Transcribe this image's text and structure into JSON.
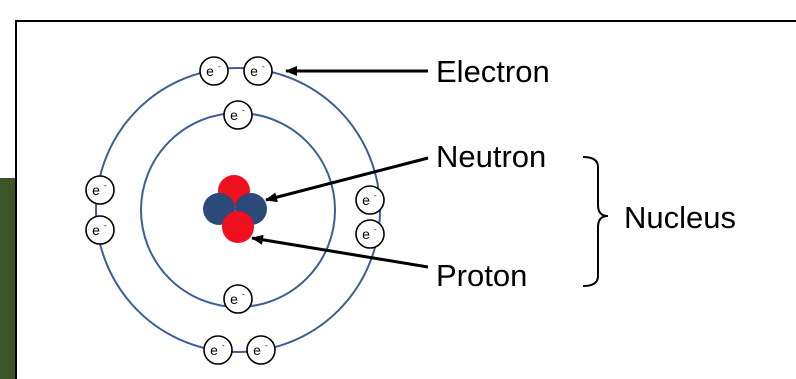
{
  "labels": {
    "electron": "Electron",
    "neutron": "Neutron",
    "proton": "Proton",
    "nucleus": "Nucleus"
  },
  "electron_symbol": "e",
  "electron_charge": "-",
  "colors": {
    "orbit": "#3e5f95",
    "proton": "#ee0f1f",
    "neutron": "#2b4a7a",
    "backdrop": "#3c5526",
    "frame": "#000000"
  }
}
